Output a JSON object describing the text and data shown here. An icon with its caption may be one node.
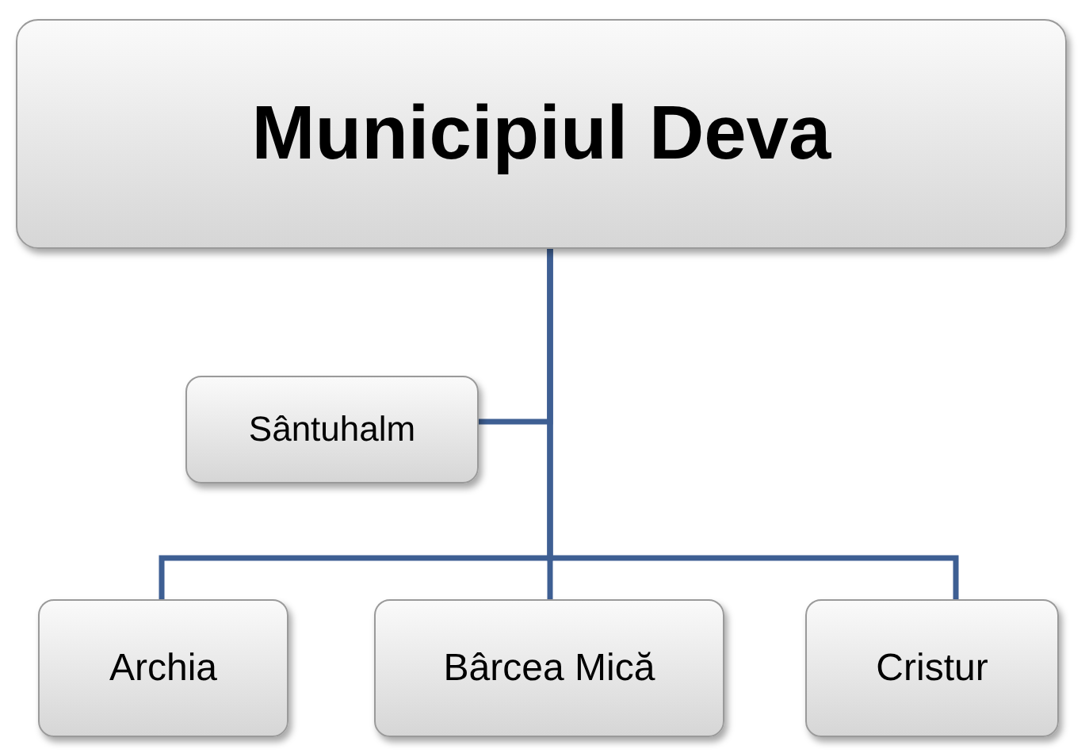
{
  "diagram": {
    "nodes": [
      {
        "text": [
          "Municipiul Deva"
        ]
      },
      {
        "text": [
          "Sântuhalm"
        ]
      },
      {
        "text": [
          "Archia"
        ]
      },
      {
        "text": [
          "Bârcea Mică"
        ]
      },
      {
        "text": [
          "Cristur"
        ]
      }
    ],
    "edges": [
      {
        "from": 0,
        "to": 1,
        "arrow": "none"
      },
      {
        "from": 0,
        "to": 2,
        "arrow": "none"
      },
      {
        "from": 0,
        "to": 3,
        "arrow": "none"
      },
      {
        "from": 0,
        "to": 4,
        "arrow": "none"
      }
    ]
  }
}
